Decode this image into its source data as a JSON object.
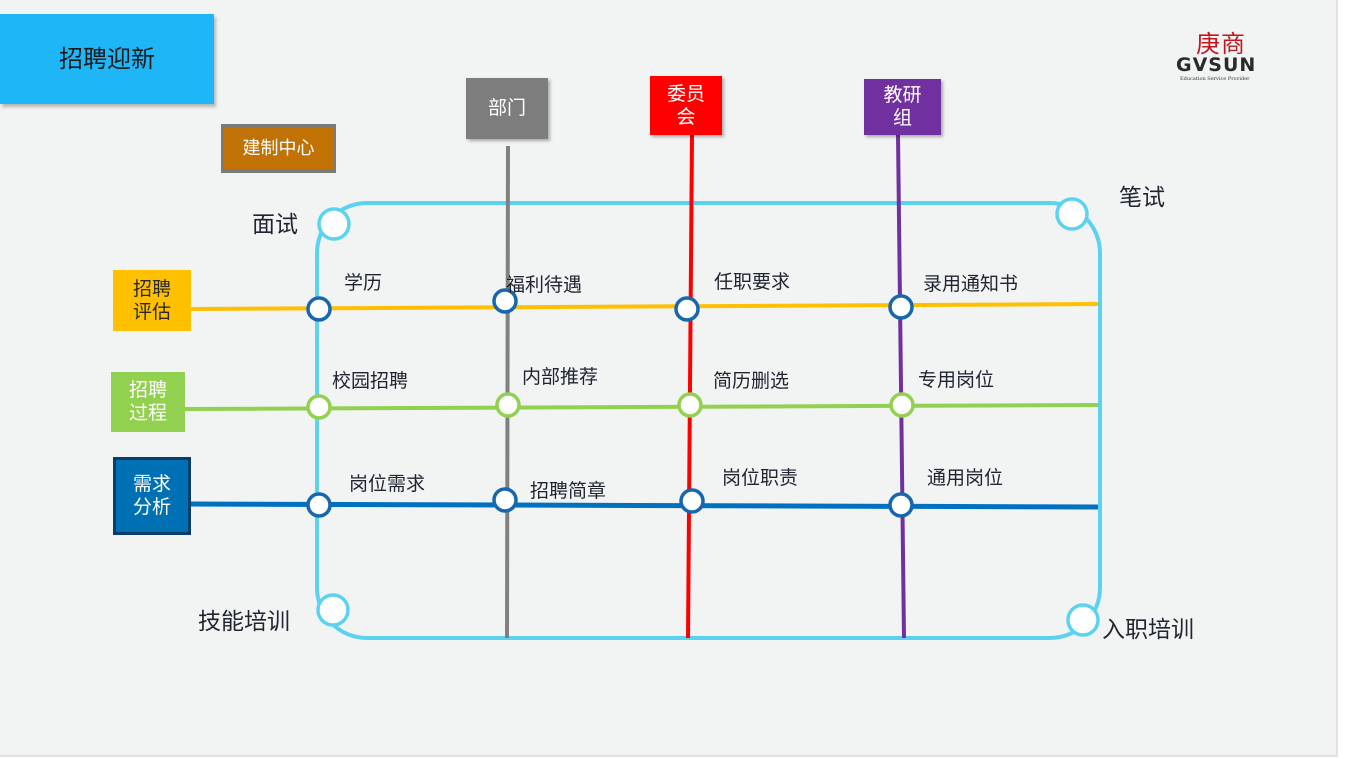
{
  "title": "招聘迎新",
  "center_label": "建制中心",
  "logo": {
    "cn": "庚商",
    "en": "GVSUN",
    "sub": "Education Service Provider"
  },
  "lines": {
    "vertical": [
      {
        "label": "部门",
        "color": "#808080"
      },
      {
        "label": "委员会",
        "color": "#ff0000"
      },
      {
        "label": "教研组",
        "color": "#7030a0"
      }
    ],
    "horizontal": [
      {
        "label": "招聘评估",
        "color": "#ffc000"
      },
      {
        "label": "招聘过程",
        "color": "#92d050"
      },
      {
        "label": "需求分析",
        "color": "#0070c0"
      }
    ],
    "loop": {
      "color": "#5bd3f0"
    }
  },
  "corners": {
    "top_left": "面试",
    "top_right": "笔试",
    "bottom_left": "技能培训",
    "bottom_right": "入职培训"
  },
  "stations": {
    "eval": [
      "学历",
      "福利待遇",
      "任职要求",
      "录用通知书"
    ],
    "process": [
      "校园招聘",
      "内部推荐",
      "简历删选",
      "专用岗位"
    ],
    "demand": [
      "岗位需求",
      "招聘简章",
      "岗位职责",
      "通用岗位"
    ]
  }
}
